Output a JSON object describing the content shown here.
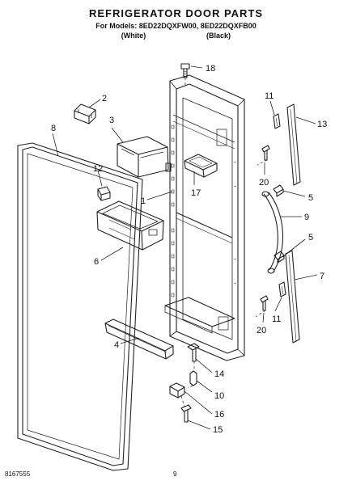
{
  "header": {
    "title": "REFRIGERATOR DOOR PARTS",
    "models_line": "For Models: 8ED22DQXFW00, 8ED22DQXFB00",
    "colors": [
      "(White)",
      "(Black)"
    ]
  },
  "callouts": [
    "1",
    "2",
    "3",
    "4",
    "5",
    "5",
    "6",
    "7",
    "8",
    "9",
    "10",
    "11",
    "11",
    "12",
    "13",
    "14",
    "15",
    "16",
    "17",
    "18",
    "20",
    "20"
  ],
  "footer": {
    "doc_number": "8167555",
    "page": "9"
  }
}
